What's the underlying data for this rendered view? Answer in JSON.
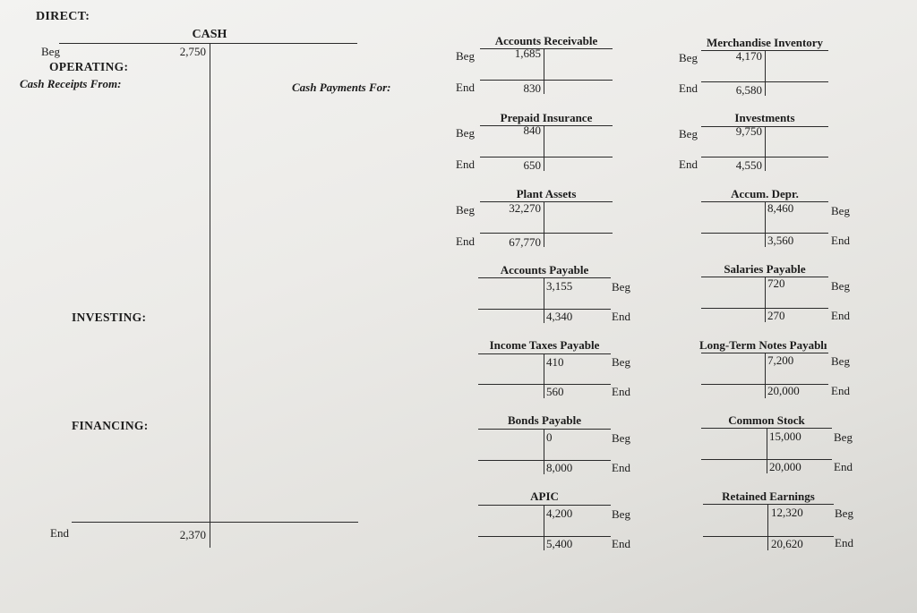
{
  "header": {
    "direct": "DIRECT:"
  },
  "cash": {
    "title": "CASH",
    "beg_label": "Beg",
    "beg_value": "2,750",
    "end_label": "End",
    "end_value": "2,370",
    "operating": "OPERATING:",
    "receipts": "Cash Receipts From:",
    "payments": "Cash Payments For:",
    "investing": "INVESTING:",
    "financing": "FINANCING:"
  },
  "accounts": {
    "ar": {
      "title": "Accounts Receivable",
      "beg_label": "Beg",
      "end_label": "End",
      "beg": "1,685",
      "end": "830"
    },
    "inv": {
      "title": "Merchandise Inventory",
      "beg_label": "Beg",
      "end_label": "End",
      "beg": "4,170",
      "end": "6,580"
    },
    "ppi": {
      "title": "Prepaid Insurance",
      "beg_label": "Beg",
      "end_label": "End",
      "beg": "840",
      "end": "650"
    },
    "invs": {
      "title": "Investments",
      "beg_label": "Beg",
      "end_label": "End",
      "beg": "9,750",
      "end": "4,550"
    },
    "pa": {
      "title": "Plant Assets",
      "beg_label": "Beg",
      "end_label": "End",
      "beg": "32,270",
      "end": "67,770"
    },
    "ad": {
      "title": "Accum. Depr.",
      "beg_label": "Beg",
      "end_label": "End",
      "beg": "8,460",
      "end": "3,560"
    },
    "ap": {
      "title": "Accounts Payable",
      "beg_label": "Beg",
      "end_label": "End",
      "beg": "3,155",
      "end": "4,340"
    },
    "sp": {
      "title": "Salaries Payable",
      "beg_label": "Beg",
      "end_label": "End",
      "beg": "720",
      "end": "270"
    },
    "itp": {
      "title": "Income Taxes Payable",
      "beg_label": "Beg",
      "end_label": "End",
      "beg": "410",
      "end": "560"
    },
    "ltn": {
      "title": "Long-Term Notes Payablı",
      "beg_label": "Beg",
      "end_label": "End",
      "beg": "7,200",
      "end": "20,000"
    },
    "bp": {
      "title": "Bonds Payable",
      "beg_label": "Beg",
      "end_label": "End",
      "beg": "0",
      "end": "8,000"
    },
    "cs": {
      "title": "Common Stock",
      "beg_label": "Beg",
      "end_label": "End",
      "beg": "15,000",
      "end": "20,000"
    },
    "apic": {
      "title": "APIC",
      "beg_label": "Beg",
      "end_label": "End",
      "beg": "4,200",
      "end": "5,400"
    },
    "re": {
      "title": "Retained Earnings",
      "beg_label": "Beg",
      "end_label": "End",
      "beg": "12,320",
      "end": "20,620"
    }
  }
}
